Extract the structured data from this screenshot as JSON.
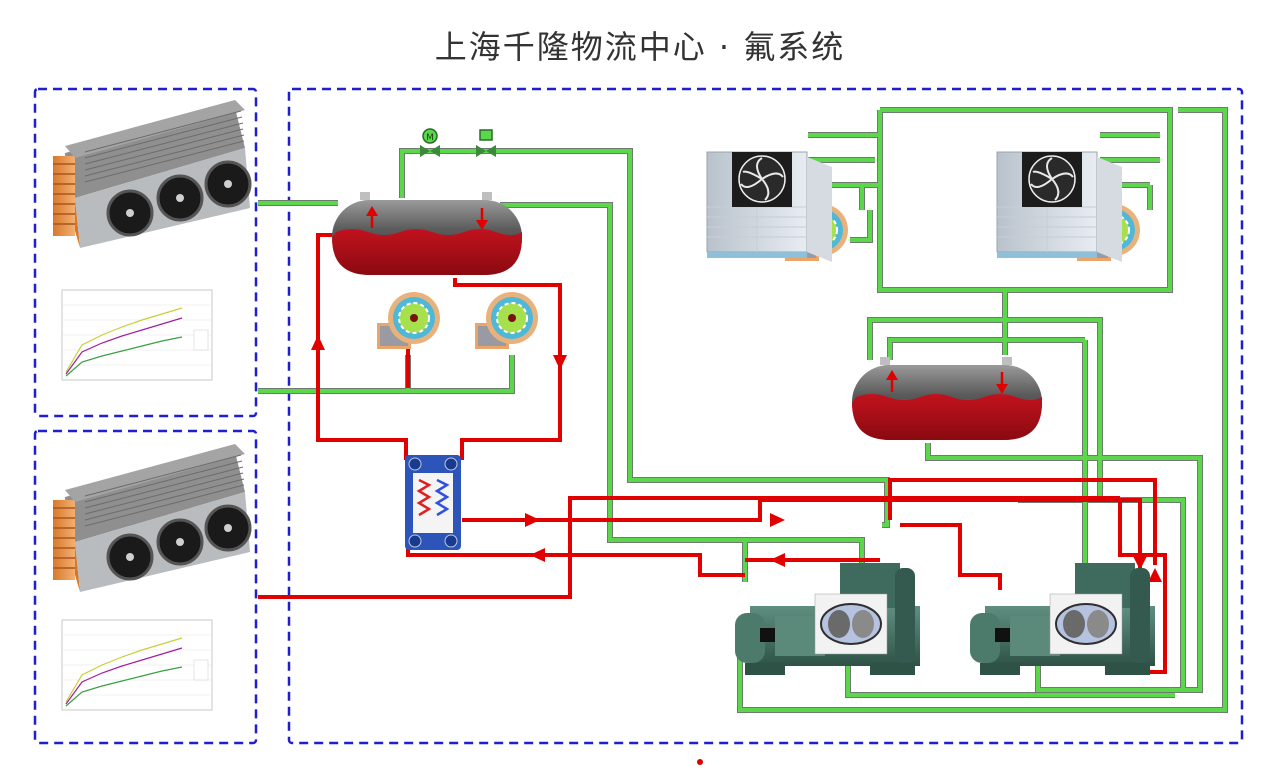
{
  "title": "上海千隆物流中心 · 氟系统",
  "colors": {
    "green_pipe": "#5cd64a",
    "green_pipe_outline": "#6e7a6e",
    "red_pipe": "#e00000",
    "dashed_border": "#1f1fd0",
    "vessel_liquid": "#c2121e",
    "vessel_shell": "#6d6d6d",
    "pump_blue": "#4fb7d8",
    "pump_green": "#a6e04c",
    "compressor_teal": "#3e6b5e"
  },
  "icons": {
    "motor_valve": "M",
    "solenoid_valve": "valve-icon"
  },
  "components": [
    "air-cooler-top",
    "performance-chart-top",
    "air-cooler-bottom",
    "performance-chart-bottom",
    "low-pressure-receiver",
    "pump-1",
    "pump-2",
    "plate-heat-exchanger",
    "evaporative-condenser-1",
    "evaporative-condenser-2",
    "condenser-pump-1",
    "condenser-pump-2",
    "high-pressure-receiver",
    "screw-compressor-1",
    "screw-compressor-2"
  ]
}
